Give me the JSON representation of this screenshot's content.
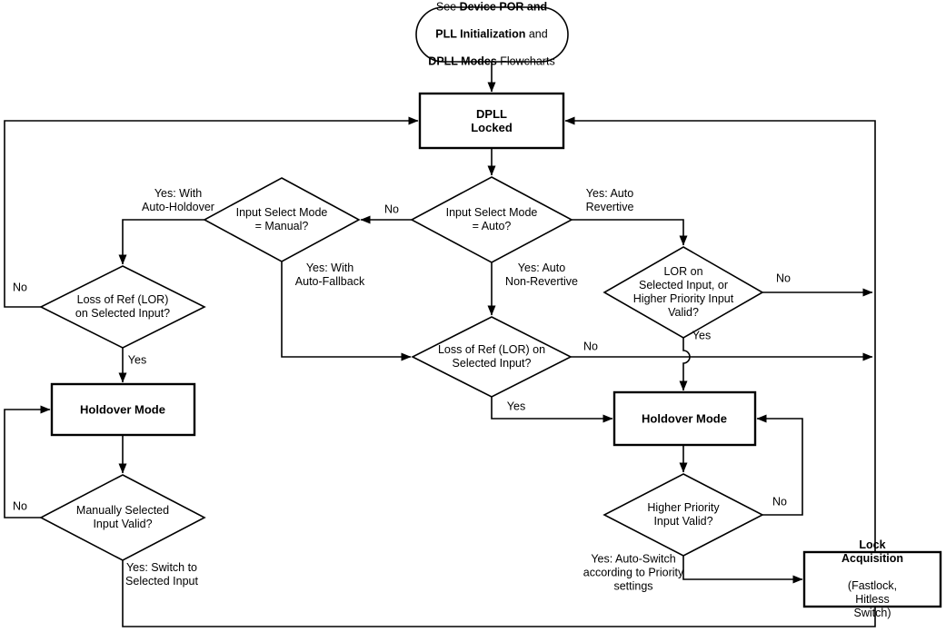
{
  "nodes": {
    "terminator": {
      "line1_pre": "See ",
      "line1_bold": "Device POR and",
      "line2_bold": "PLL Initialization",
      "line2_post": " and",
      "line3_bold": "DPLL Modes",
      "line3_post": " Flowcharts"
    },
    "dpll_locked": {
      "label": "DPLL\nLocked"
    },
    "input_select_auto": {
      "label": "Input Select Mode\n= Auto?"
    },
    "input_select_manual": {
      "label": "Input Select Mode\n= Manual?"
    },
    "lor_left": {
      "label": "Loss of Ref (LOR)\non Selected Input?"
    },
    "lor_center": {
      "label": "Loss of Ref (LOR) on\nSelected Input?"
    },
    "lor_right": {
      "label": "LOR on\nSelected Input, or\nHigher Priority Input\nValid?"
    },
    "holdover_left": {
      "label": "Holdover Mode"
    },
    "holdover_right": {
      "label": "Holdover Mode"
    },
    "manually_selected": {
      "label": "Manually Selected\nInput Valid?"
    },
    "higher_priority": {
      "label": "Higher Priority\nInput Valid?"
    },
    "lock_acquisition": {
      "title": "Lock Acquisition",
      "subtitle": "(Fastlock, Hitless Switch)"
    }
  },
  "edge_labels": {
    "yes_auto_holdover": "Yes: With\nAuto-Holdover",
    "no_to_manual": "No",
    "yes_auto_revertive": "Yes: Auto\nRevertive",
    "no_lor_left": "No",
    "yes_auto_fallback": "Yes: With\nAuto-Fallback",
    "yes_auto_nonrevertive": "Yes: Auto\nNon-Revertive",
    "no_lor_right": "No",
    "yes_lor_right": "Yes",
    "no_lor_center": "No",
    "yes_lor_left": "Yes",
    "yes_lor_center": "Yes",
    "no_manually_selected": "No",
    "no_higher_priority": "No",
    "yes_switch_selected": "Yes: Switch to\nSelected Input",
    "yes_auto_switch": "Yes: Auto-Switch\naccording to Priority\nsettings"
  },
  "colors": {
    "stroke": "#000000",
    "fill": "#ffffff",
    "background": "#ffffff"
  }
}
